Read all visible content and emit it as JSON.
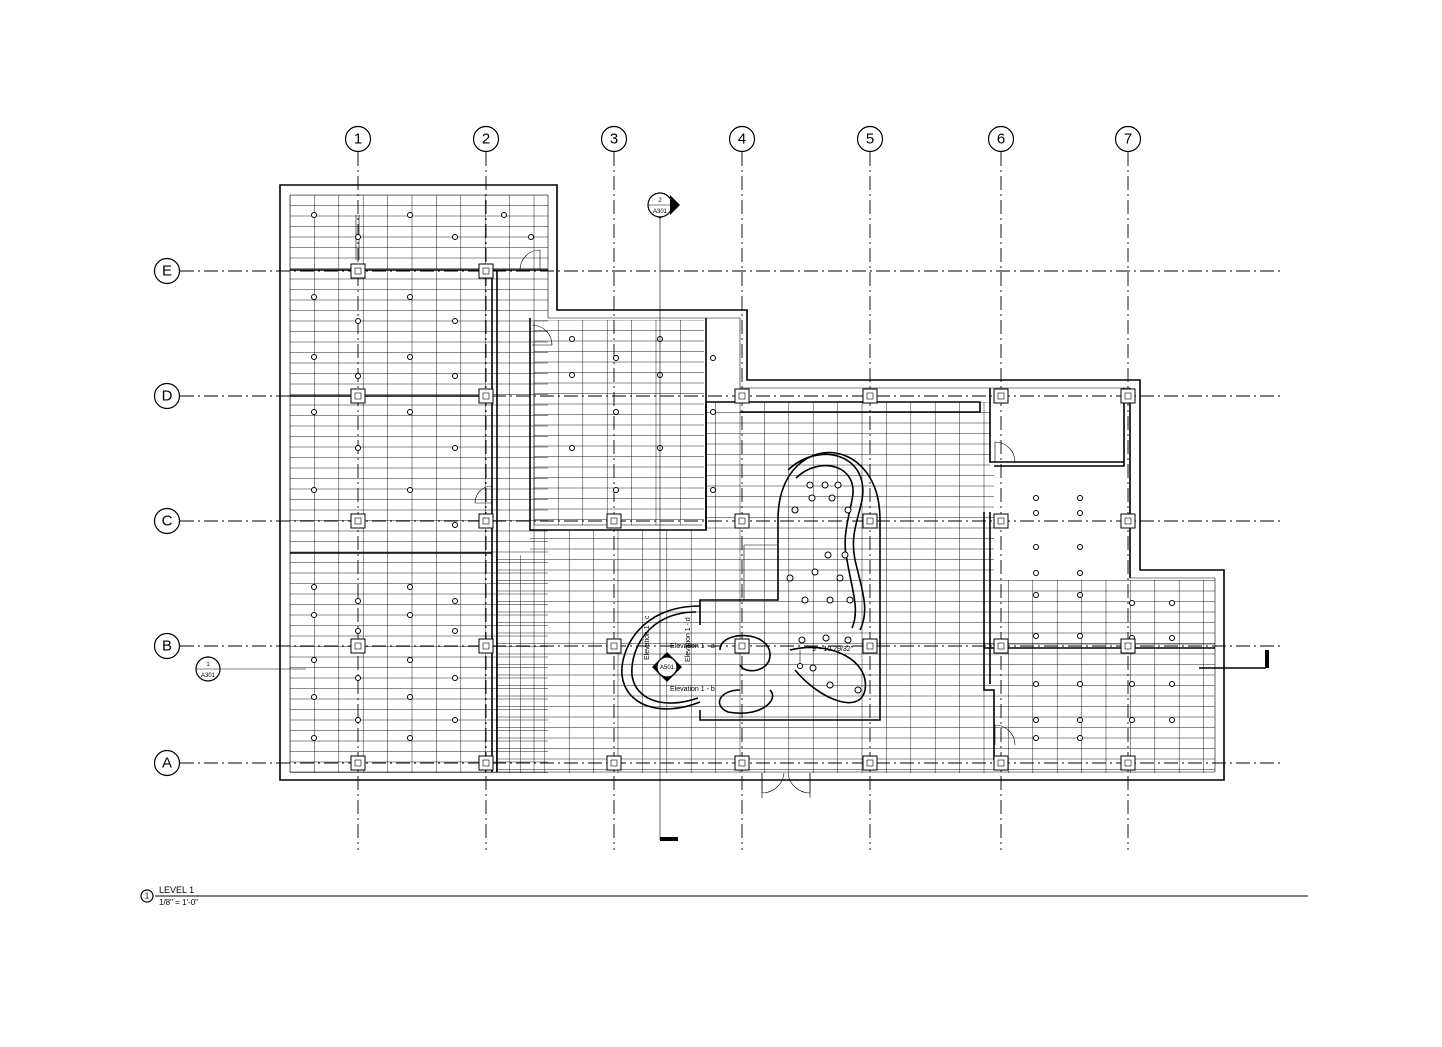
{
  "drawing": {
    "view_number": "1",
    "view_title": "LEVEL 1",
    "view_scale": "1/8\" = 1'-0\""
  },
  "grid_columns": [
    "1",
    "2",
    "3",
    "4",
    "5",
    "6",
    "7"
  ],
  "grid_rows": [
    "E",
    "D",
    "C",
    "B",
    "A"
  ],
  "section_markers": [
    {
      "number": "2",
      "sheet": "A301"
    },
    {
      "number": "1",
      "sheet": "A301"
    }
  ],
  "elevation_marker": {
    "sheet": "A501",
    "labels": [
      "Elevation 1 - a",
      "Elevation 1 - b",
      "Elevation 1 - c",
      "Elevation 1 - d"
    ]
  },
  "dimension": {
    "text": "9' - 10 29/32\""
  }
}
